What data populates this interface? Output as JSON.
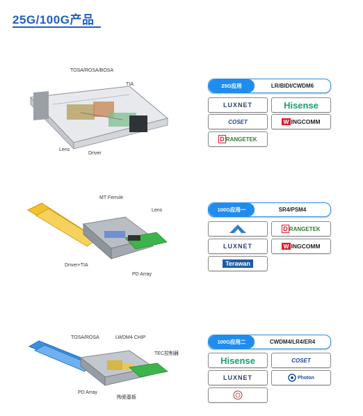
{
  "page": {
    "title": "25G/100G产品"
  },
  "sections": [
    {
      "labels": [
        "TOSA/ROSA/BOSA",
        "TIA",
        "Lens",
        "Driver"
      ],
      "app_label": "25G应用",
      "standard": "LR/BIDI/CWDM6",
      "logos": [
        "LUXNET",
        "Hisense",
        "COSET",
        "WINGCOMM",
        "DRANGETEK"
      ]
    },
    {
      "labels": [
        "MT Ferrule",
        "Lens",
        "Driver+TIA",
        "PD Array"
      ],
      "app_label": "100G应用一",
      "standard": "SR4/PSM4",
      "logos": [
        "A",
        "DRANGETEK",
        "LUXNET",
        "WINGCOMM",
        "Terawan"
      ]
    },
    {
      "labels": [
        "TOSA/ROSA",
        "LWDM4 CHIP",
        "TEC控制器",
        "PD Array",
        "陶瓷基板"
      ],
      "app_label": "100G应用二",
      "standard": "CWDM4/LR4/ER4",
      "logos": [
        "Hisense",
        "COSET",
        "LUXNET",
        "Photon",
        "seal"
      ]
    }
  ],
  "logo_text": {
    "luxnet": "LUXNET",
    "hisense": "Hisense",
    "coset": "COSET",
    "wingcomm_w": "W",
    "wingcomm_rest": "INGCOMM",
    "rangetek_d": "D",
    "rangetek_rest": "RANGETEK",
    "terawan": "Terawan",
    "photon": "Photon"
  },
  "colors": {
    "accent": "#1e5fc0",
    "pill": "#1f8cf0",
    "yellow_tab": "#f2c12e",
    "blue_tab": "#3a8fe0",
    "pcb_green": "#3bb54a"
  }
}
